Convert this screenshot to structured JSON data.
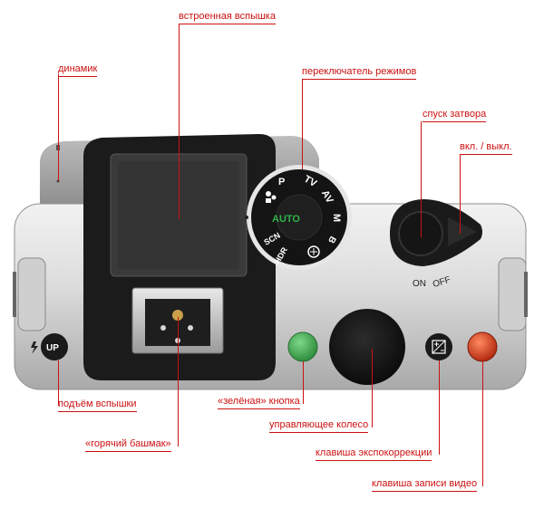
{
  "labels": {
    "flash": "встроенная вспышка",
    "speaker": "динамик",
    "mode_dial": "переключатель режимов",
    "shutter": "спуск затвора",
    "power": "вкл. / выкл.",
    "flash_up": "подъём вспышки",
    "hot_shoe": "«горячий башмак»",
    "green_button": "«зелёная» кнопка",
    "control_wheel": "управляющее колесо",
    "ev_button": "клавиша экспокоррекции",
    "video_button": "клавиша записи видео"
  },
  "camera": {
    "up_button": "UP",
    "on_label": "ON",
    "off_label": "OFF",
    "dial_marks": {
      "auto": "AUTO",
      "p": "P",
      "tv": "TV",
      "av": "AV",
      "m": "M",
      "b": "B",
      "hdr": "HDR",
      "scn": "SCN"
    }
  },
  "colors": {
    "label_red": "#cc1111",
    "green_button": "#3aa64a",
    "video_button": "#d23a1a",
    "auto_green": "#2fb34a"
  }
}
